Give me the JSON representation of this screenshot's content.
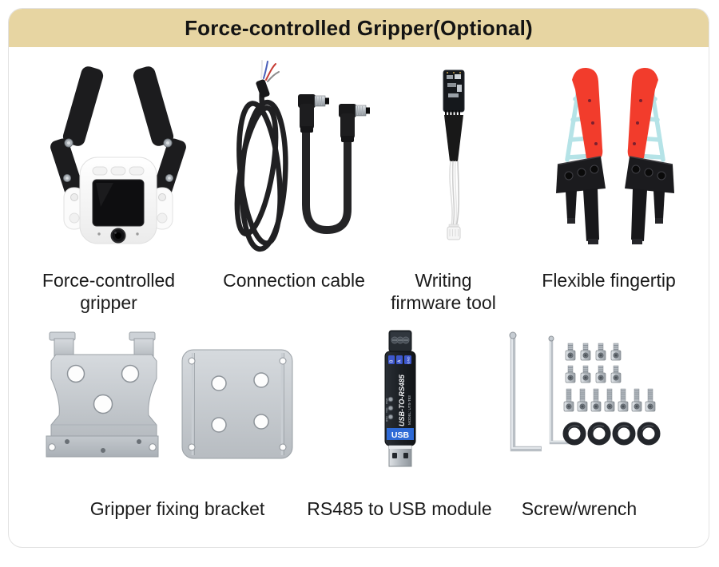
{
  "header": {
    "title": "Force-controlled Gripper(Optional)",
    "bg_color": "#e7d5a2",
    "text_color": "#131313"
  },
  "items": [
    {
      "id": "force-controlled-gripper",
      "label": "Force-controlled gripper"
    },
    {
      "id": "connection-cable",
      "label": "Connection cable"
    },
    {
      "id": "writing-firmware-tool",
      "label": "Writing firmware tool"
    },
    {
      "id": "flexible-fingertip",
      "label": "Flexible fingertip"
    },
    {
      "id": "gripper-fixing-bracket",
      "label": "Gripper fixing bracket"
    },
    {
      "id": "rs485-usb-module",
      "label": "RS485 to USB module"
    },
    {
      "id": "screw-wrench",
      "label": "Screw/wrench"
    }
  ],
  "rs485_module": {
    "vertical_label": "USB-TO-RS485",
    "model_label": "MODEL: UTS-T83",
    "usb_label": "USB",
    "pin_labels": [
      "B",
      "A",
      "GND"
    ],
    "led_labels": [
      "PWR",
      "TXD",
      "RXD"
    ]
  },
  "colors": {
    "header_tan": "#e7d5a2",
    "fingertip_red": "#f23c2c",
    "fingertip_cyan": "#b5e3e7",
    "usb_band_blue": "#2e6ad6",
    "pin_label_blue": "#3d57cc",
    "metal_silver": "#c7cbd0",
    "cable_black": "#1e1e1e"
  }
}
